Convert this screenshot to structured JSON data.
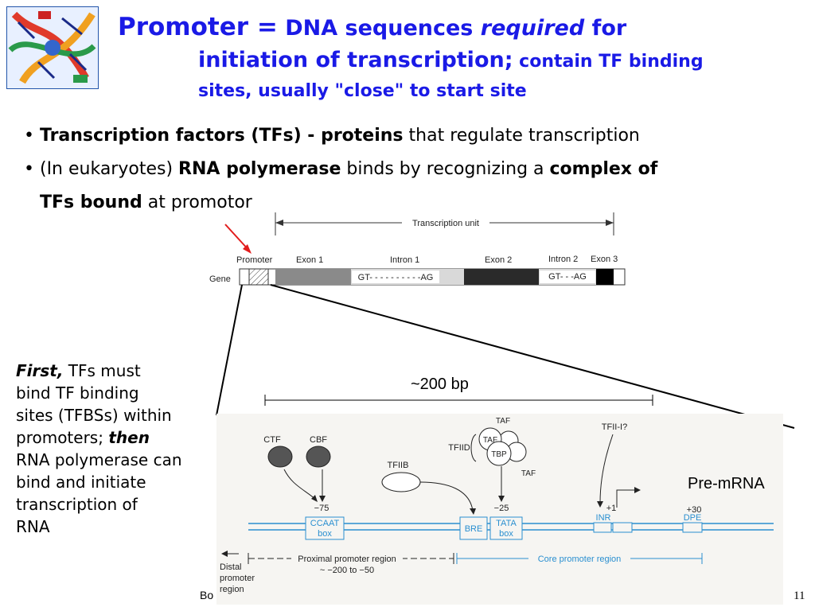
{
  "title": {
    "term": "Promoter =",
    "line1_rest_plain": " DNA sequences ",
    "line1_rest_emph": "required",
    "line1_for": " for",
    "line2_main": "initiation of transcription;",
    "line2_small": " contain TF binding",
    "line3": "sites, usually \"close\" to start site"
  },
  "bullets": [
    {
      "bold": "Transcription factors (TFs) - proteins",
      "rest": " that regulate transcription"
    },
    {
      "pre": "(In eukaryotes) ",
      "bold": "RNA polymerase",
      "mid": " binds by recognizing a ",
      "bold2": "complex of"
    },
    {
      "bold": "TFs bound",
      "rest": " at promotor"
    }
  ],
  "side_text": {
    "first": "First,",
    "l1": " TFs must",
    "l2": "bind TF binding",
    "l3": "sites (TFBSs) within",
    "l4a": "promoters; ",
    "then": "then",
    "l5": "RNA polymerase can",
    "l6": "bind and initiate",
    "l7": "transcription of",
    "l8": "RNA"
  },
  "gene_diagram": {
    "transcription_unit": "Transcription unit",
    "promoter": "Promoter",
    "exon1": "Exon 1",
    "intron1": "Intron 1",
    "exon2": "Exon 2",
    "intron2": "Intron 2",
    "exon3": "Exon 3",
    "gene": "Gene",
    "intron1_seq": "GT- - - - - - - - - -AG",
    "intron2_seq": "GT- - -AG"
  },
  "bp_label": "~200 bp",
  "promoter_figure": {
    "ctf": "CTF",
    "cbf": "CBF",
    "tfiid": "TFIID",
    "taf": "TAF",
    "tbp": "TBP",
    "tfiib": "TFIIB",
    "tfii_i": "TFII-I?",
    "m75": "−75",
    "m25": "−25",
    "p1": "+1",
    "p30": "+30",
    "ccaat": "CCAAT",
    "box": "box",
    "bre": "BRE",
    "tata": "TATA",
    "inr": "INR",
    "dpe": "DPE",
    "distal1": "Distal",
    "distal2": "promoter",
    "distal3": "region",
    "proximal": "Proximal promoter region",
    "proximal_range": "~ −200 to −50",
    "core": "Core promoter region"
  },
  "pre_mrna": "Pre-mRNA",
  "footer_left": "Bo",
  "page_number": "11",
  "colors": {
    "title": "#1a1ae6",
    "figure_blue": "#2a8fd0",
    "arrow_red": "#e21c1c"
  }
}
